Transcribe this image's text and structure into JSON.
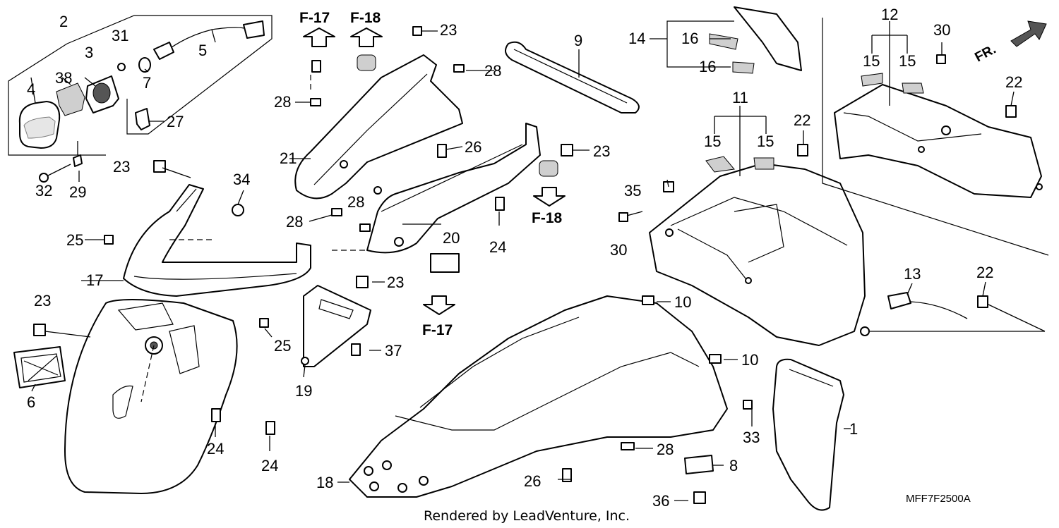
{
  "diagram": {
    "part_callouts": [
      "1",
      "2",
      "3",
      "4",
      "5",
      "6",
      "7",
      "8",
      "9",
      "10",
      "10",
      "11",
      "12",
      "13",
      "14",
      "15",
      "15",
      "15",
      "15",
      "16",
      "16",
      "17",
      "18",
      "19",
      "20",
      "21",
      "22",
      "22",
      "22",
      "23",
      "23",
      "23",
      "23",
      "23",
      "24",
      "24",
      "24",
      "25",
      "25",
      "26",
      "26",
      "27",
      "28",
      "28",
      "28",
      "28",
      "28",
      "29",
      "30",
      "30",
      "31",
      "32",
      "33",
      "34",
      "35",
      "36",
      "37",
      "38"
    ],
    "section_refs": {
      "f17_top": "F-17",
      "f18_top": "F-18",
      "f18_mid": "F-18",
      "f17_bottom": "F-17"
    },
    "front_indicator": "FR.",
    "diagram_code": "MFF7F2500A",
    "credit": "Rendered by LeadVenture, Inc."
  }
}
